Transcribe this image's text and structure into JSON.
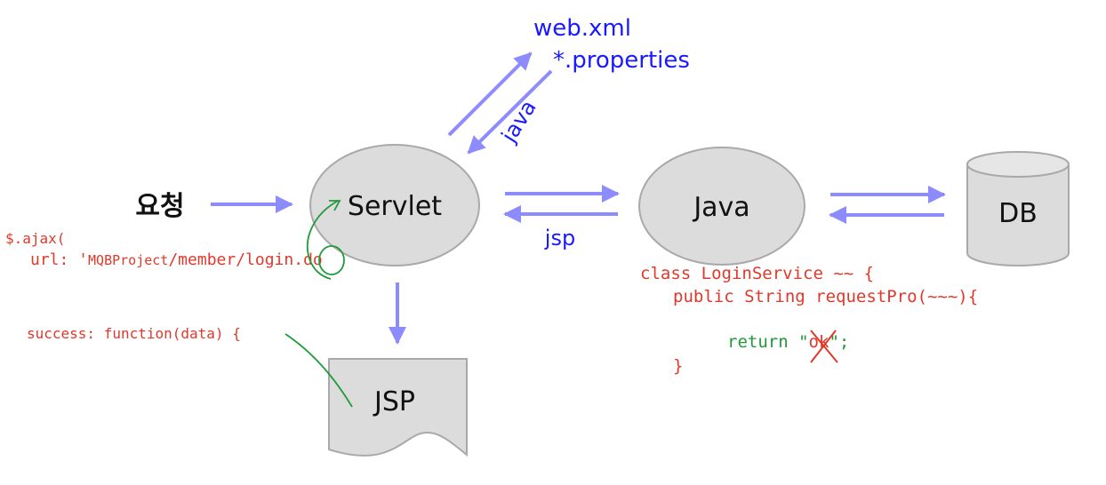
{
  "nodes": {
    "request": "요청",
    "servlet": "Servlet",
    "java": "Java",
    "db": "DB",
    "jsp": "JSP"
  },
  "config": {
    "webxml": "web.xml",
    "properties": "*.properties"
  },
  "edge_labels": {
    "java": "java",
    "jsp": "jsp"
  },
  "ajax_code": {
    "line1": "$.ajax(",
    "line2_prefix": "url: '",
    "line2_project": "MQBProject",
    "line2_path": "/member/login",
    "line2_dot": ".",
    "line2_ext": "do",
    "line3": "success: function(data) {"
  },
  "service_code": {
    "line1": "class LoginService ~~ {",
    "line2": "public String requestPro(~~~){",
    "line3_keyword": "return",
    "line3_open_quote": "\"",
    "line3_value": "ok",
    "line3_close": "\";",
    "line4": "}"
  },
  "colors": {
    "arrow": "#8c8cff",
    "node_fill": "#dcdcdc",
    "node_stroke": "#a9a9a9",
    "code_red": "#e0392b",
    "handwriting_green": "#1f9a3a",
    "label_blue": "#1a1aff"
  }
}
